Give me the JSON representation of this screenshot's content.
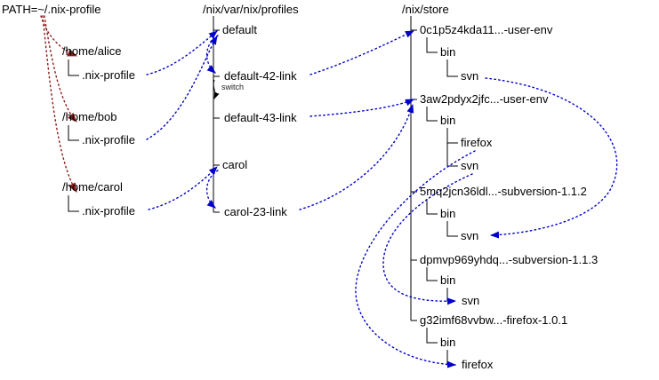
{
  "figure": {
    "path_label": "PATH=~/.nix-profile",
    "switch_label": "switch"
  },
  "homes": [
    {
      "dir": "/home/alice",
      "profile": ".nix-profile"
    },
    {
      "dir": "/home/bob",
      "profile": ".nix-profile"
    },
    {
      "dir": "/home/carol",
      "profile": ".nix-profile"
    }
  ],
  "profiles": {
    "root": "/nix/var/nix/profiles",
    "entries": [
      {
        "name": "default"
      },
      {
        "name": "default-42-link"
      },
      {
        "name": "default-43-link"
      },
      {
        "name": "carol"
      },
      {
        "name": "carol-23-link"
      }
    ]
  },
  "store": {
    "root": "/nix/store",
    "packages": [
      {
        "name": "0c1p5z4kda11...-user-env",
        "bin": "bin",
        "leaves": [
          {
            "name": "svn"
          }
        ]
      },
      {
        "name": "3aw2pdyx2jfc...-user-env",
        "bin": "bin",
        "leaves": [
          {
            "name": "firefox"
          },
          {
            "name": "svn"
          }
        ]
      },
      {
        "name": "5mq2jcn36ldl...-subversion-1.1.2",
        "bin": "bin",
        "leaves": [
          {
            "name": "svn"
          }
        ]
      },
      {
        "name": "dpmvp969yhdq...-subversion-1.1.3",
        "bin": "bin",
        "leaves": [
          {
            "name": "svn"
          }
        ]
      },
      {
        "name": "g32imf68vvbw...-firefox-1.0.1",
        "bin": "bin",
        "leaves": [
          {
            "name": "firefox"
          }
        ]
      }
    ]
  },
  "arrows": {
    "path_lookups": [
      {
        "from": "PATH=~/.nix-profile",
        "to": "/home/alice/.nix-profile"
      },
      {
        "from": "PATH=~/.nix-profile",
        "to": "/home/bob/.nix-profile"
      },
      {
        "from": "PATH=~/.nix-profile",
        "to": "/home/carol/.nix-profile"
      }
    ],
    "symlinks": [
      {
        "from": "/home/alice/.nix-profile",
        "to": "default"
      },
      {
        "from": "/home/bob/.nix-profile",
        "to": "default"
      },
      {
        "from": "/home/carol/.nix-profile",
        "to": "carol"
      },
      {
        "from": "default",
        "to": "default-42-link",
        "note": "switch"
      },
      {
        "from": "carol",
        "to": "carol-23-link"
      },
      {
        "from": "default-42-link",
        "to": "0c1p5z4kda11...-user-env"
      },
      {
        "from": "default-43-link",
        "to": "3aw2pdyx2jfc...-user-env"
      },
      {
        "from": "carol-23-link",
        "to": "3aw2pdyx2jfc...-user-env"
      },
      {
        "from": "0c1p5z4kda11...-user-env/bin/svn",
        "to": "5mq2jcn36ldl...-subversion-1.1.2/bin/svn"
      },
      {
        "from": "3aw2pdyx2jfc...-user-env/bin/svn",
        "to": "dpmvp969yhdq...-subversion-1.1.3/bin/svn"
      },
      {
        "from": "3aw2pdyx2jfc...-user-env/bin/firefox",
        "to": "g32imf68vvbw...-firefox-1.0.1/bin/firefox"
      }
    ]
  },
  "colors": {
    "symlink_arrow": "#0000cd",
    "path_arrow": "#8b1a1a",
    "tree_line": "#000000",
    "background": "#ffffff"
  }
}
